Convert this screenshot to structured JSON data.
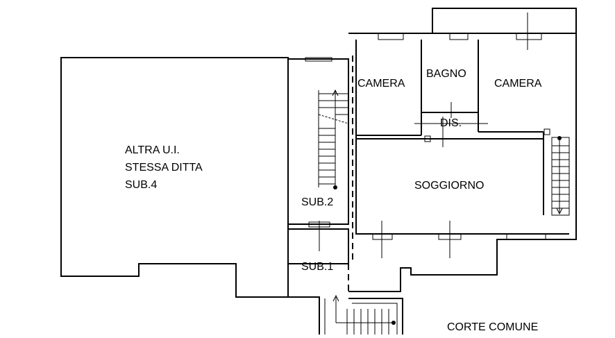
{
  "labels": {
    "altra_line1": "ALTRA U.I.",
    "altra_line2": "STESSA DITTA",
    "altra_line3": "SUB.4",
    "camera_left": "CAMERA",
    "bagno": "BAGNO",
    "camera_right": "CAMERA",
    "dis": "DIS.",
    "soggiorno": "SOGGIORNO",
    "sub2": "SUB.2",
    "sub1": "SUB.1",
    "corte": "CORTE COMUNE"
  }
}
